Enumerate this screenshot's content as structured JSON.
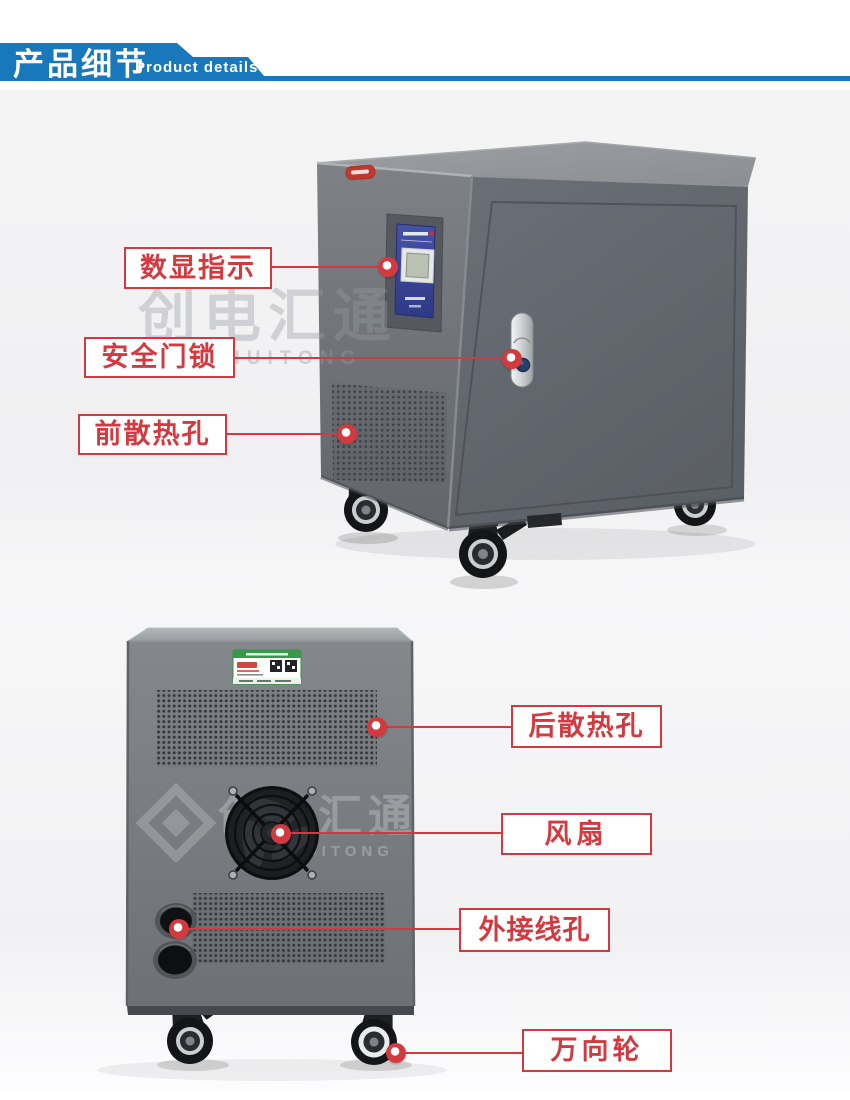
{
  "header": {
    "title_cn": "产品细节",
    "title_en": "Product details",
    "band_color": "#1878bb",
    "text_color": "#ffffff"
  },
  "accent": {
    "callout_red": "#d23a40",
    "panel_blue": "#3b479b",
    "sticker_green": "#37984a",
    "logo_sticker_red": "#c0392f"
  },
  "watermark": {
    "front": {
      "cn": "创电汇通",
      "en": "HUITONG"
    },
    "back": {
      "cn": "创电汇通",
      "en": "HUITONG"
    }
  },
  "callouts": {
    "front": [
      {
        "label": "数显指示"
      },
      {
        "label": "安全门锁"
      },
      {
        "label": "前散热孔"
      }
    ],
    "back": [
      {
        "label": "后散热孔"
      },
      {
        "label": "风扇"
      },
      {
        "label": "外接线孔"
      },
      {
        "label": "万向轮"
      }
    ]
  }
}
